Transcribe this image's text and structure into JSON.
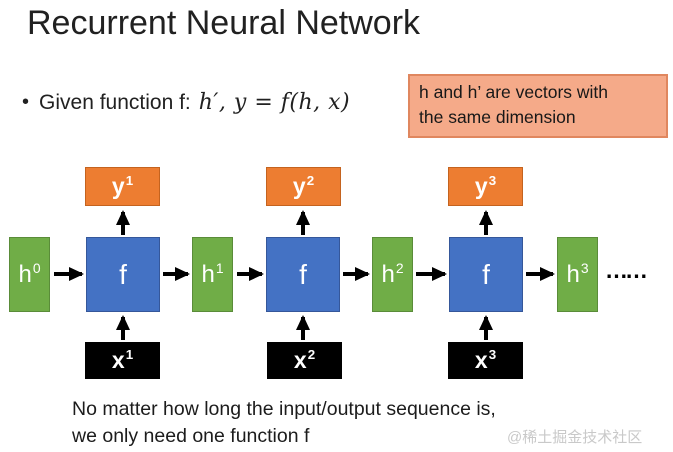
{
  "title": "Recurrent Neural Network",
  "bullet": {
    "marker": "•",
    "prefix": "Given function f:",
    "math": "h′, y = f(h, x)"
  },
  "callout": {
    "line1": "h and h’ are vectors with",
    "line2": "the same dimension"
  },
  "diagram": {
    "h_nodes": [
      {
        "base": "h",
        "sup": "0"
      },
      {
        "base": "h",
        "sup": "1"
      },
      {
        "base": "h",
        "sup": "2"
      },
      {
        "base": "h",
        "sup": "3"
      }
    ],
    "f_nodes": [
      {
        "label": "f"
      },
      {
        "label": "f"
      },
      {
        "label": "f"
      }
    ],
    "y_nodes": [
      {
        "base": "y",
        "sup": "1"
      },
      {
        "base": "y",
        "sup": "2"
      },
      {
        "base": "y",
        "sup": "3"
      }
    ],
    "x_nodes": [
      {
        "base": "x",
        "sup": "1"
      },
      {
        "base": "x",
        "sup": "2"
      },
      {
        "base": "x",
        "sup": "3"
      }
    ],
    "ellipsis": "……"
  },
  "colors": {
    "green": "#70AD47",
    "blue": "#4472C4",
    "orange": "#ED7D31",
    "black": "#000000",
    "callout_bg": "#F5AA89",
    "callout_border": "#E0875F",
    "watermark_gray": "#C9C9C9"
  },
  "footer": {
    "line1": "No matter how long the input/output sequence is,",
    "line2": "we only need one function f"
  },
  "watermark": "@稀土掘金技术社区"
}
